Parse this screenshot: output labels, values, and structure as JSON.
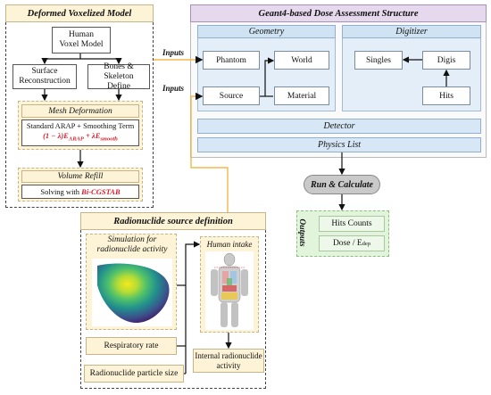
{
  "left_panel": {
    "title": "Deformed Voxelized Model",
    "human_voxel_model": [
      "Human",
      "Voxel Model"
    ],
    "surface_reconstruction": [
      "Surface",
      "Reconstruction"
    ],
    "bones_skeleton": [
      "Bones & Skeleton",
      "Define"
    ],
    "mesh_deformation": {
      "title": "Mesh Deformation",
      "line1": "Standard ARAP + Smoothing Term",
      "formula_prefix": "(1 − λ)E",
      "formula_sub1": "ARAP",
      "formula_mid": " + λE",
      "formula_sub2": "smooth"
    },
    "volume_refill": {
      "title": "Volume Refill",
      "text_prefix": "Solving with ",
      "text_method": "Bi-CGSTAB"
    }
  },
  "geant4": {
    "title": "Geant4-based Dose Assessment Structure",
    "geometry": {
      "title": "Geometry",
      "phantom": "Phantom",
      "world": "World",
      "source": "Source",
      "material": "Material"
    },
    "digitizer": {
      "title": "Digitizer",
      "singles": "Singles",
      "digis": "Digis",
      "hits": "Hits"
    },
    "detector": "Detector",
    "physics_list": "Physics List"
  },
  "inputs_label_1": "Inputs",
  "inputs_label_2": "Inputs",
  "run_calculate": "Run & Calculate",
  "outputs": {
    "label": "Outputs",
    "hits_counts": "Hits Counts",
    "dose_prefix": "Dose / E",
    "dose_sub": "dep"
  },
  "radionuclide": {
    "title": "Radionuclide source definition",
    "simulation": [
      "Simulation for",
      "radionuclide activity"
    ],
    "human_intake": "Human intake",
    "respiratory_rate": "Respiratory rate",
    "particle_size": "Radionuclide particle size",
    "internal_activity": [
      "Internal radionuclide",
      "activity"
    ]
  },
  "colors": {
    "accent_red": "#d81e2c",
    "cream": "#fdf3d6",
    "geant_header": "#e6d9ee",
    "geometry_bg": "#e3eef8",
    "outputs_bg": "#e3f4dd",
    "run_button": "#c9c9c9",
    "connector_orange": "#f2b84b"
  }
}
